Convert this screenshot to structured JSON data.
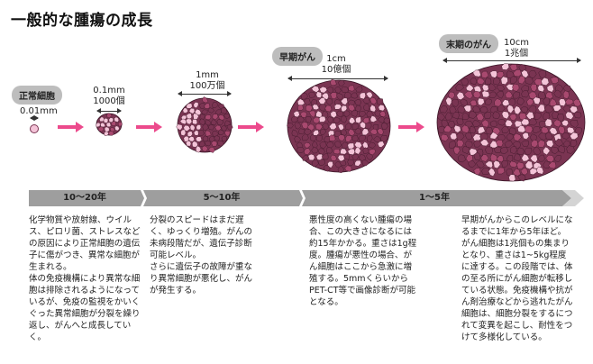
{
  "title": "一般的な腫瘍の成長",
  "stages": [
    {
      "pill": "正常細胞",
      "size1": "0.01mm",
      "size2": ""
    },
    {
      "pill": "",
      "size1": "0.1mm",
      "size2": "1000個"
    },
    {
      "pill": "",
      "size1": "1mm",
      "size2": "100万個"
    },
    {
      "pill": "早期がん",
      "size1": "1cm",
      "size2": "10億個"
    },
    {
      "pill": "末期のがん",
      "size1": "10cm",
      "size2": "1兆個"
    }
  ],
  "timeline": [
    {
      "label": "10～20年"
    },
    {
      "label": "5～10年"
    },
    {
      "label": "1～5年"
    }
  ],
  "descriptions": [
    "化学物質や放射線、ウイルス、ピロリ菌、ストレスなどの原因により正常細胞の遺伝子に傷がつき、異常な細胞が生まれる。\n体の免疫機構により異常な細胞は排除されるようになっているが、免疫の監視をかいくぐった異常細胞が分裂を繰り返し、がんへと成長していく。",
    "分裂のスピードはまだ遅く、ゆっくり増殖。がんの未病段階だが、遺伝子診断可能レベル。\nさらに遺伝子の故障が重なり異常細胞が悪化し、がんが発生する。",
    "悪性度の高くない腫瘍の場合、この大きさになるには約15年かかる。重さは1g程度。腫瘍が悪性の場合、がん細胞はここから急激に増殖する。5mmくらいからPET-CT等で画像診断が可能となる。",
    "早期がんからこのレベルになるまでに1年から5年ほど。がん細胞は1兆個もの集まりとなり、重さは1~5kg程度に達する。この段階では、体の至る所にがん細胞が転移している状態。免疫機構や抗がん剤治療などから逃れたがん細胞は、細胞分裂をするにつれて変異を起こし、耐性をつけて多様化している。"
  ],
  "colors": {
    "arrow": "#ec4a8c",
    "band": "#9e9e9e",
    "band_light": "#d4d4d4",
    "cell_dark": "#7a3452",
    "cell_light": "#f4c4d8",
    "cell_mid": "#a8496f",
    "pill": "#bdbdbd"
  }
}
